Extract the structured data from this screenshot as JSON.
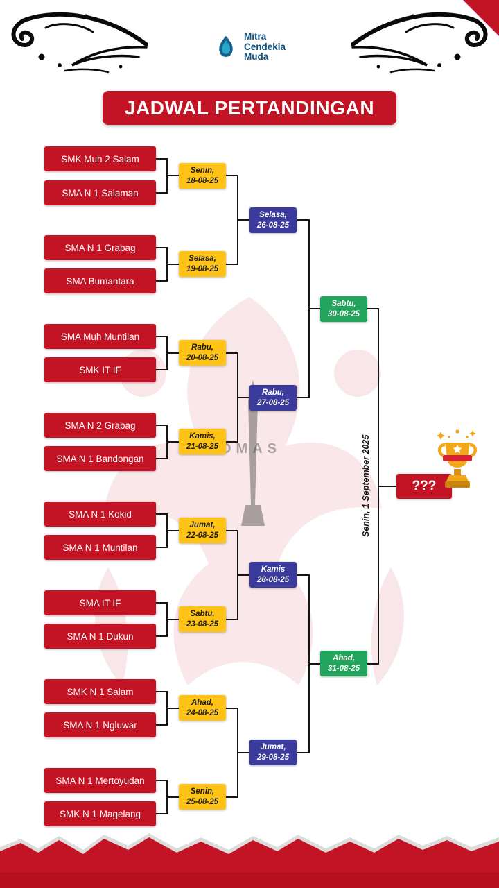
{
  "logo": {
    "name_lines": [
      "Mitra",
      "Cendekia",
      "Muda"
    ]
  },
  "title": "JADWAL PERTANDINGAN",
  "round1": [
    {
      "team_a": "SMK Muh 2 Salam",
      "team_b": "SMA N 1 Salaman",
      "day": "Senin,",
      "date": "18-08-25"
    },
    {
      "team_a": "SMA N 1 Grabag",
      "team_b": "SMA Bumantara",
      "day": "Selasa,",
      "date": "19-08-25"
    },
    {
      "team_a": "SMA Muh Muntilan",
      "team_b": "SMK IT IF",
      "day": "Rabu,",
      "date": "20-08-25"
    },
    {
      "team_a": "SMA N 2 Grabag",
      "team_b": "SMA N 1 Bandongan",
      "day": "Kamis,",
      "date": "21-08-25"
    },
    {
      "team_a": "SMA N 1 Kokid",
      "team_b": "SMA N 1 Muntilan",
      "day": "Jumat,",
      "date": "22-08-25"
    },
    {
      "team_a": "SMA IT IF",
      "team_b": "SMA N 1 Dukun",
      "day": "Sabtu,",
      "date": "23-08-25"
    },
    {
      "team_a": "SMK N 1 Salam",
      "team_b": "SMA N 1 Ngluwar",
      "day": "Ahad,",
      "date": "24-08-25"
    },
    {
      "team_a": "SMA N 1 Mertoyudan",
      "team_b": "SMK N 1 Magelang",
      "day": "Senin,",
      "date": "25-08-25"
    }
  ],
  "round2": [
    {
      "day": "Selasa,",
      "date": "26-08-25"
    },
    {
      "day": "Rabu,",
      "date": "27-08-25"
    },
    {
      "day": "Kamis",
      "date": "28-08-25"
    },
    {
      "day": "Jumat,",
      "date": "29-08-25"
    }
  ],
  "semifinal": [
    {
      "day": "Sabtu,",
      "date": "30-08-25"
    },
    {
      "day": "Ahad,",
      "date": "31-08-25"
    }
  ],
  "final": {
    "winner_placeholder": "???",
    "final_date": "Senin, 1 September 2025"
  },
  "watermark_text": "OMAS",
  "colors": {
    "red": "#C31425",
    "yellow": "#FFC316",
    "blue": "#3B3B9E",
    "green": "#22A45C",
    "logo_navy": "#14507E"
  }
}
